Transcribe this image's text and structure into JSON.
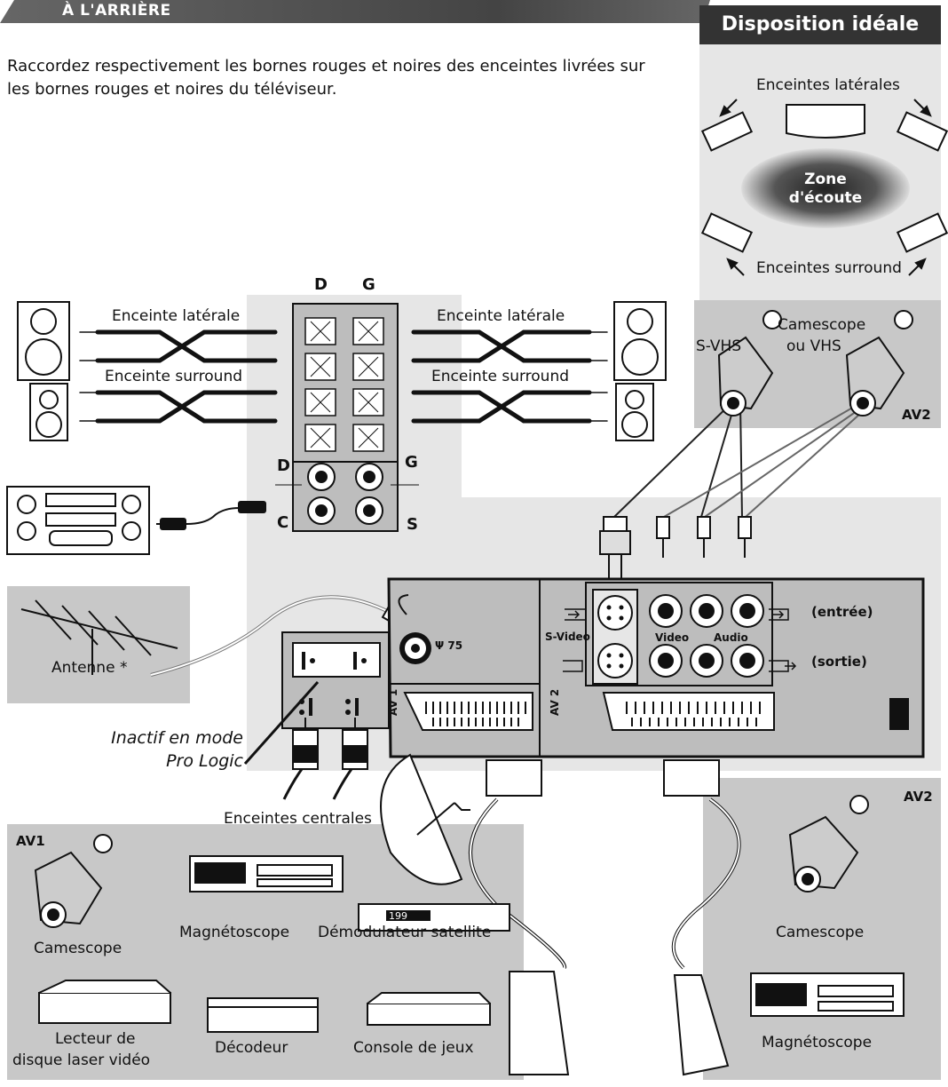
{
  "header": {
    "title": "À L'ARRIÈRE"
  },
  "intro_text": "Raccordez respectivement les bornes rouges et noires des enceintes livrées sur les bornes rouges et noires du téléviseur.",
  "layout_panel": {
    "title": "Disposition idéale",
    "front_label": "Enceintes latérales",
    "zone_label": "Zone d'écoute",
    "rear_label": "Enceintes surround"
  },
  "speaker_panel": {
    "left_col": "D",
    "right_col": "G",
    "lateral_left": "Enceinte latérale",
    "surround_left": "Enceinte surround",
    "lateral_right": "Enceinte latérale",
    "surround_right": "Enceinte surround",
    "jack_d": "D",
    "jack_g": "G",
    "jack_c": "C",
    "jack_s": "S"
  },
  "camcorder_panel": {
    "title": "Camescope",
    "left": "S-VHS",
    "right": "ou VHS",
    "tag": "AV2"
  },
  "antenna": {
    "label": "Antenne *",
    "impedance": "Ψ 75"
  },
  "center_box": {
    "note_line1": "Inactif en mode",
    "note_line2": "Pro Logic",
    "label": "Enceintes centrales"
  },
  "connector_panel": {
    "svideo": "S-Video",
    "video": "Video",
    "audio": "Audio",
    "input": "(entrée)",
    "output": "(sortie)",
    "av1": "AV 1",
    "av2": "AV 2"
  },
  "av1_panel": {
    "tag": "AV1",
    "camescope": "Camescope",
    "magnetoscope": "Magnétoscope",
    "demodulateur": "Démodulateur satellite",
    "lecteur_line1": "Lecteur de",
    "lecteur_line2": "disque laser vidéo",
    "decodeur": "Décodeur",
    "console": "Console de jeux",
    "display_value": "199"
  },
  "av2_panel": {
    "tag": "AV2",
    "camescope": "Camescope",
    "magnetoscope": "Magnétoscope"
  },
  "colors": {
    "panel": "#e6e6e6",
    "panel_dark": "#c8c8c8",
    "device": "#bdbdbd",
    "header": "#555555"
  }
}
